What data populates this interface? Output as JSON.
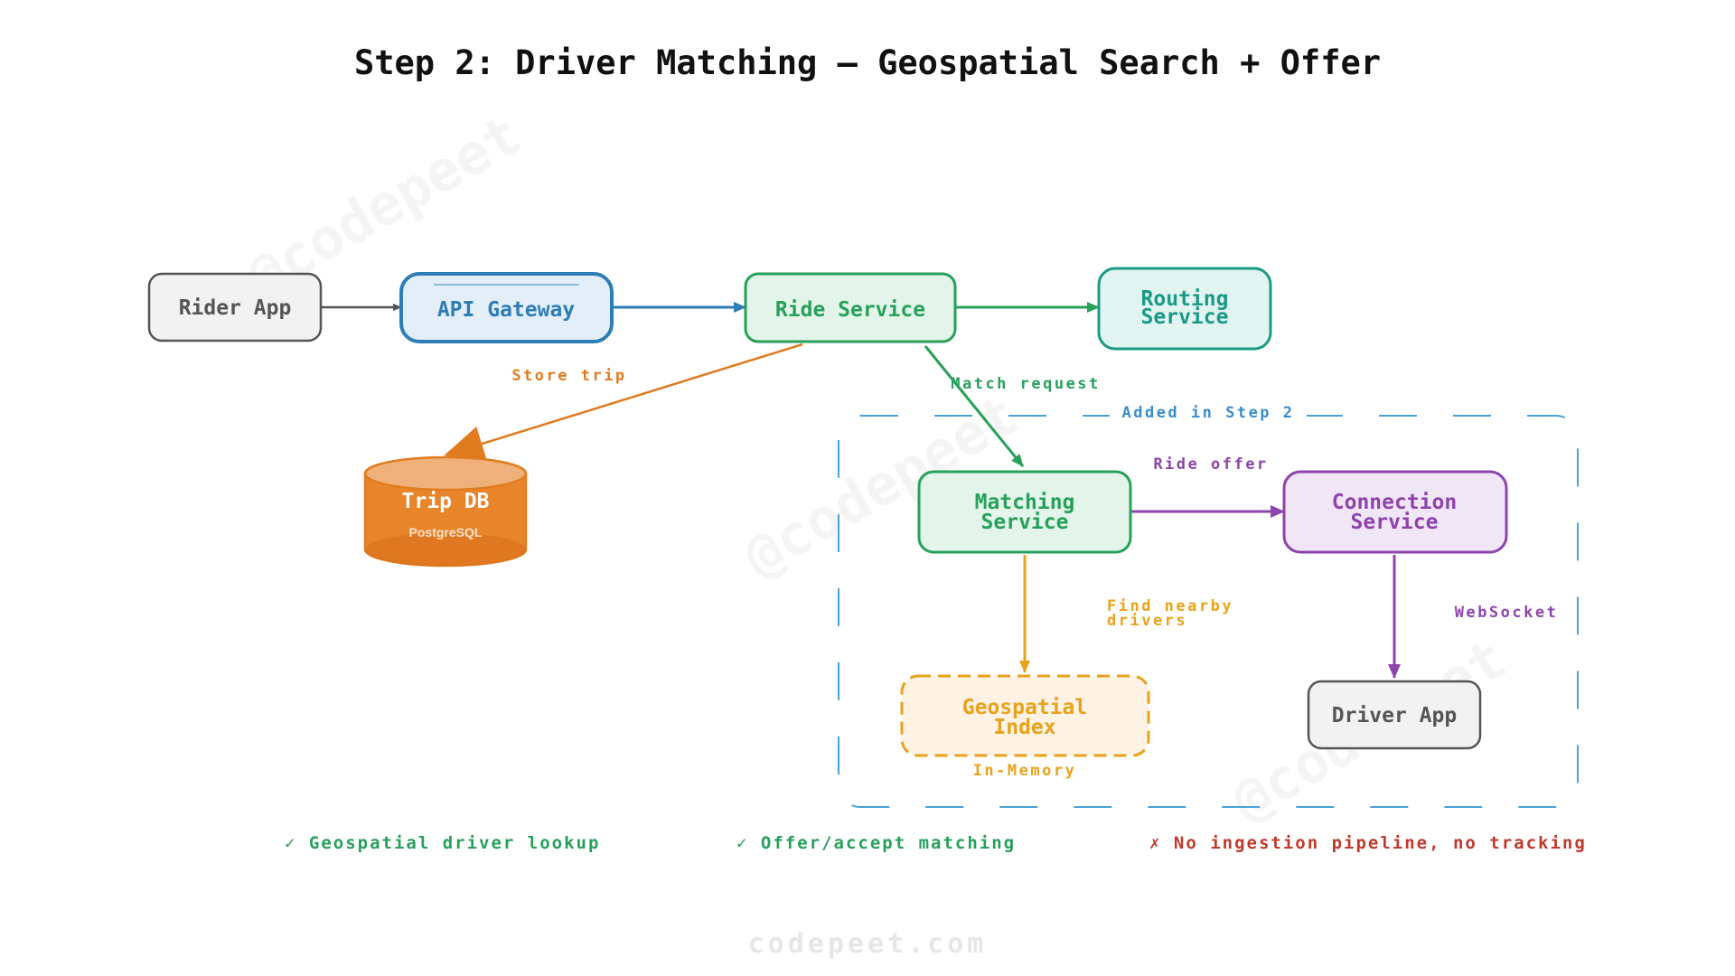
{
  "title": "Step 2: Driver Matching — Geospatial Search + Offer",
  "nodes": {
    "rider_app": {
      "label": "Rider App"
    },
    "api_gateway": {
      "label": "API Gateway"
    },
    "ride_service": {
      "label": "Ride Service"
    },
    "routing_service": {
      "line1": "Routing",
      "line2": "Service"
    },
    "trip_db": {
      "label": "Trip DB",
      "sublabel": "PostgreSQL"
    },
    "matching_service": {
      "line1": "Matching",
      "line2": "Service"
    },
    "connection_service": {
      "line1": "Connection",
      "line2": "Service"
    },
    "geospatial_index": {
      "line1": "Geospatial",
      "line2": "Index",
      "sublabel": "In-Memory"
    },
    "driver_app": {
      "label": "Driver App"
    }
  },
  "edges": {
    "store_trip": "Store trip",
    "match_request": "Match request",
    "ride_offer": "Ride offer",
    "find_nearby_line1": "Find nearby",
    "find_nearby_line2": "drivers",
    "websocket": "WebSocket"
  },
  "group": {
    "label": "Added in Step 2"
  },
  "status": [
    {
      "text": "✓ Geospatial driver lookup",
      "color": "#27a05a"
    },
    {
      "text": "✓ Offer/accept matching",
      "color": "#27a05a"
    },
    {
      "text": "✗ No ingestion pipeline, no tracking",
      "color": "#c0392b"
    }
  ],
  "watermark": "@codepeet",
  "footer": "codepeet.com",
  "colors": {
    "gray": "#555555",
    "blue": "#2e7db5",
    "green": "#27a05a",
    "teal": "#1a9a86",
    "orange": "#e07b1f",
    "amber": "#e8a21b",
    "purple": "#8e44ad",
    "red": "#c0392b",
    "group_border": "#4aa3d8"
  }
}
